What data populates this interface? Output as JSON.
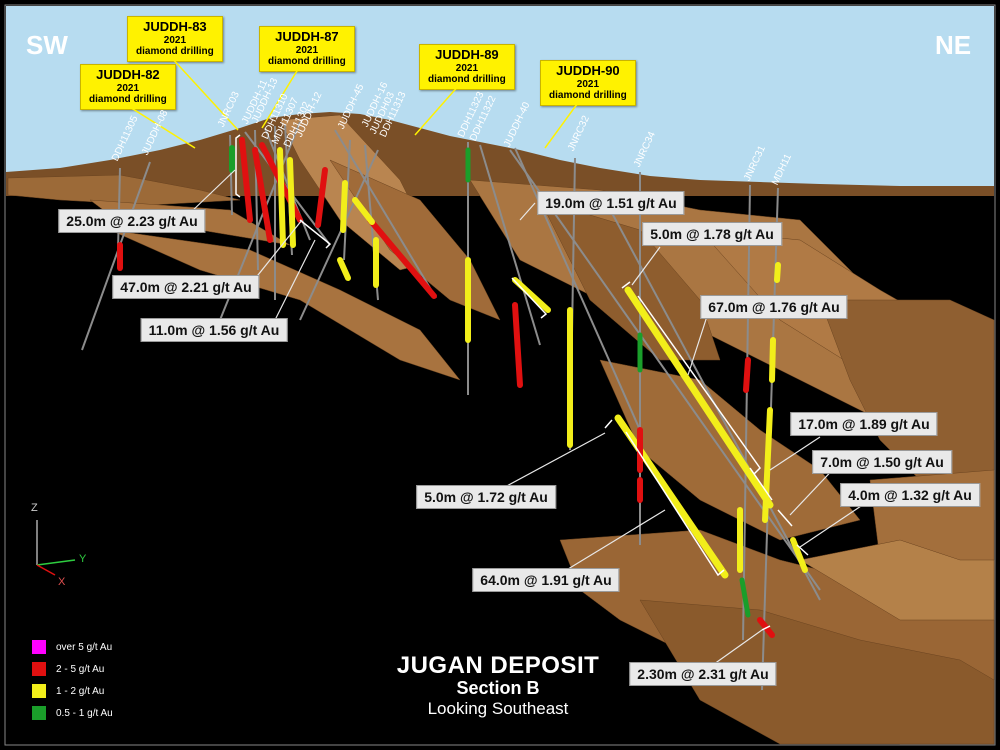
{
  "directions": {
    "left": "SW",
    "right": "NE"
  },
  "title": {
    "line1": "JUGAN DEPOSIT",
    "line2": "Section B",
    "line3": "Looking Southeast"
  },
  "new_holes": [
    {
      "hole": "JUDDH-83",
      "year": "2021",
      "type": "diamond drilling"
    },
    {
      "hole": "JUDDH-87",
      "year": "2021",
      "type": "diamond drilling"
    },
    {
      "hole": "JUDDH-82",
      "year": "2021",
      "type": "diamond drilling"
    },
    {
      "hole": "JUDDH-89",
      "year": "2021",
      "type": "diamond drilling"
    },
    {
      "hole": "JUDDH-90",
      "year": "2021",
      "type": "diamond drilling"
    }
  ],
  "hole_names": [
    "DDH11305",
    "JUDDH-08",
    "JNRC03",
    "JUDDH-11",
    "JUDDH-13",
    "DDH11310",
    "MDH11307",
    "DDH11302",
    "JUDDH-12",
    "JUDDH-45",
    "JUDDH-16",
    "JUDDH03",
    "DDH11313",
    "DDH11323",
    "DDH11322",
    "JUDDH-40",
    "JNRC32",
    "JNRC34",
    "JNRC31",
    "MDH11"
  ],
  "intercepts": [
    "25.0m @ 2.23 g/t Au",
    "47.0m @ 2.21 g/t Au",
    "11.0m @ 1.56 g/t Au",
    "19.0m @ 1.51 g/t Au",
    "5.0m @ 1.78 g/t Au",
    "67.0m @ 1.76 g/t Au",
    "17.0m @ 1.89 g/t Au",
    "7.0m @ 1.50 g/t Au",
    "4.0m @ 1.32 g/t Au",
    "5.0m @ 1.72 g/t Au",
    "64.0m @ 1.91 g/t Au",
    "2.30m @ 2.31 g/t Au"
  ],
  "legend": [
    {
      "label": "over 5 g/t Au",
      "color": "#ff00ff"
    },
    {
      "label": "2 - 5 g/t Au",
      "color": "#e01010"
    },
    {
      "label": "1 - 2 g/t Au",
      "color": "#f2ee1a"
    },
    {
      "label": "0.5 - 1 g/t Au",
      "color": "#1a9e2a"
    }
  ],
  "axes": {
    "z": "Z",
    "y": "Y",
    "x": "X"
  },
  "colors": {
    "sky": "#b7dcf0",
    "terrain": "#8a5a2b",
    "orebody": "#b07a45",
    "background": "#000000"
  }
}
